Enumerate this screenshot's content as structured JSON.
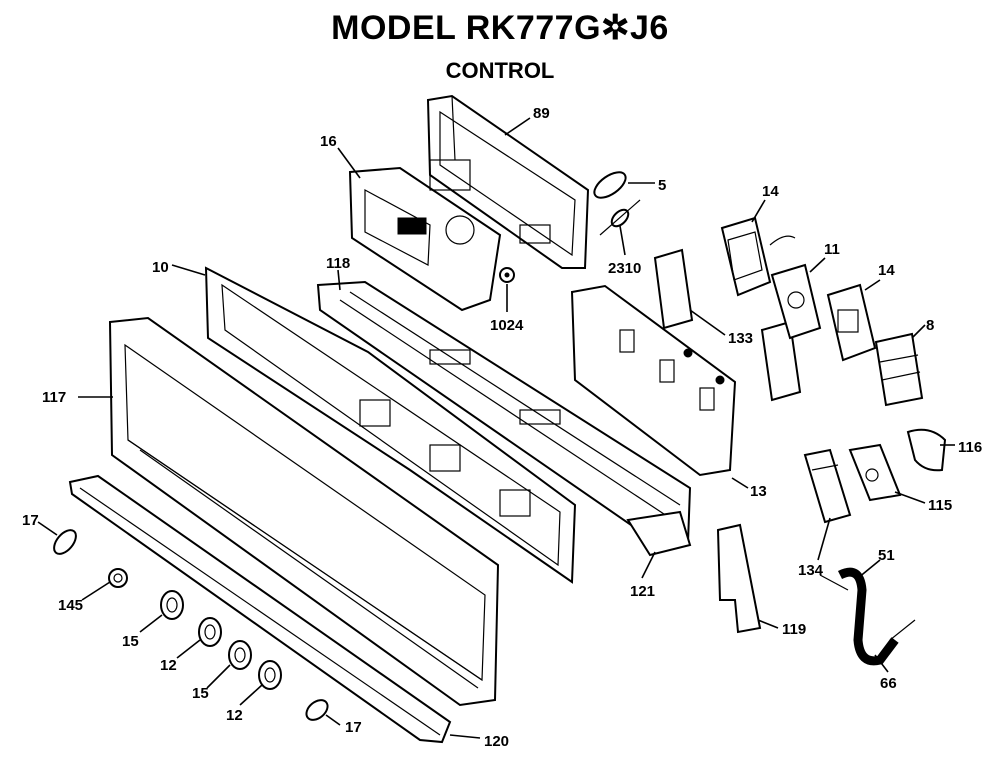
{
  "header": {
    "title": "MODEL RK777G✲J6",
    "subtitle": "CONTROL"
  },
  "labels": {
    "p89": "89",
    "p16": "16",
    "p5": "5",
    "p2310": "2310",
    "p14a": "14",
    "p11": "11",
    "p14b": "14",
    "p8": "8",
    "p10": "10",
    "p118": "118",
    "p1024": "1024",
    "p133": "133",
    "p117": "117",
    "p13": "13",
    "p116": "116",
    "p115": "115",
    "p17a": "17",
    "p134": "134",
    "p51": "51",
    "p121": "121",
    "p145": "145",
    "p119": "119",
    "p15a": "15",
    "p12a": "12",
    "p66": "66",
    "p15b": "15",
    "p12b": "12",
    "p17b": "17",
    "p120": "120"
  }
}
